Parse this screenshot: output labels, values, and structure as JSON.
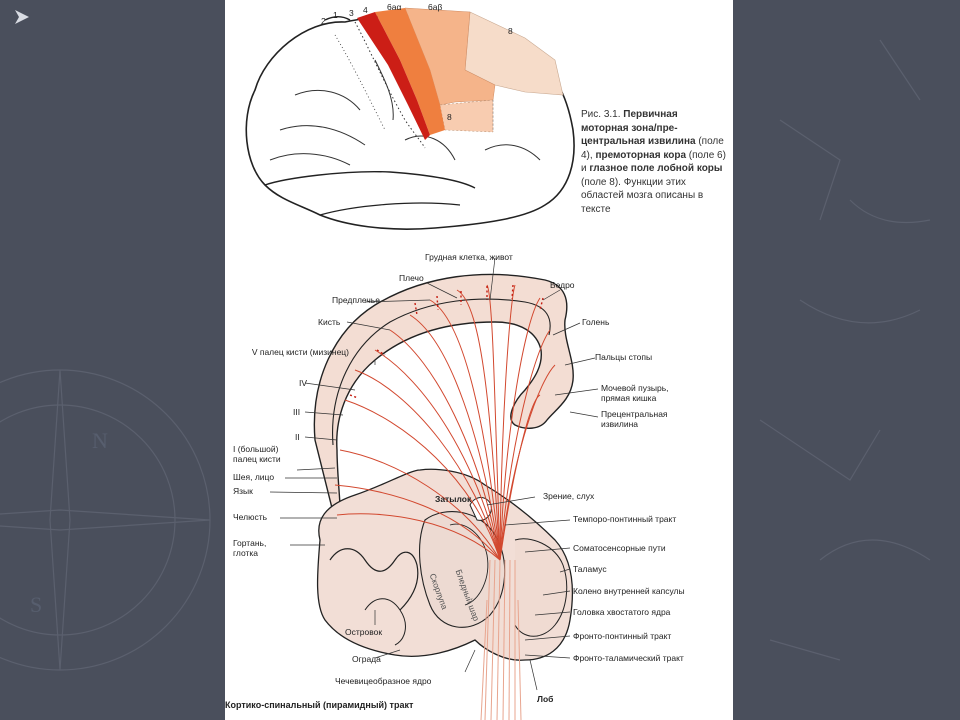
{
  "slide": {
    "background_color": "#4a4f5c",
    "bullet_color": "#d9dce3",
    "panel_color": "#ffffff"
  },
  "figure": {
    "field_numbers": {
      "n2": "2",
      "n1": "1",
      "n3": "3",
      "n4": "4",
      "n6a": "6aα",
      "n6b": "6aβ",
      "n8_top": "8",
      "n8_inner": "8"
    },
    "caption": {
      "lead": "Рис. 3.1.",
      "bold_1": "Первичная моторная зона/пре-центральная извилина",
      "plain_1": "(поле 4),",
      "bold_2": "премоторная кора",
      "plain_2": "(поле 6) и",
      "bold_3": "глазное поле лобной коры",
      "plain_3": "(поле 8). Функции этих областей мозга описаны в тексте"
    },
    "labels": {
      "chest": "Грудная клетка, живот",
      "shoulder": "Плечо",
      "hip": "Бедро",
      "forearm": "Предплечье",
      "hand": "Кисть",
      "shin": "Голень",
      "little_finger": "V палец кисти (мизинец)",
      "toes": "Пальцы стопы",
      "iv": "IV",
      "bladder": "Мочевой пузырь, прямая кишка",
      "iii": "III",
      "precentral": "Прецентральная извилина",
      "ii": "II",
      "thumb": "I (большой) палец кисти",
      "neck": "Шея, лицо",
      "tongue": "Язык",
      "occiput": "Затылок",
      "vision": "Зрение, слух",
      "jaw": "Челюсть",
      "temporo": "Темпоро-понтинный тракт",
      "larynx": "Гортань, глотка",
      "somato": "Соматосенсорные пути",
      "thalamus": "Таламус",
      "genu": "Колено внутренней капсулы",
      "caudate": "Головка хвостатого ядра",
      "pallidus": "Бледный шар",
      "putamen": "Скорлупа",
      "insula": "Островок",
      "fronto_pontine": "Фронто-понтинный тракт",
      "claustrum": "Ограда",
      "fronto_thalamic": "Фронто-таламический тракт",
      "lentiform": "Чечевицеобразное ядро",
      "lobe": "Лоб"
    },
    "bottom_title": "Кортико-спинальный (пирамидный) тракт"
  }
}
